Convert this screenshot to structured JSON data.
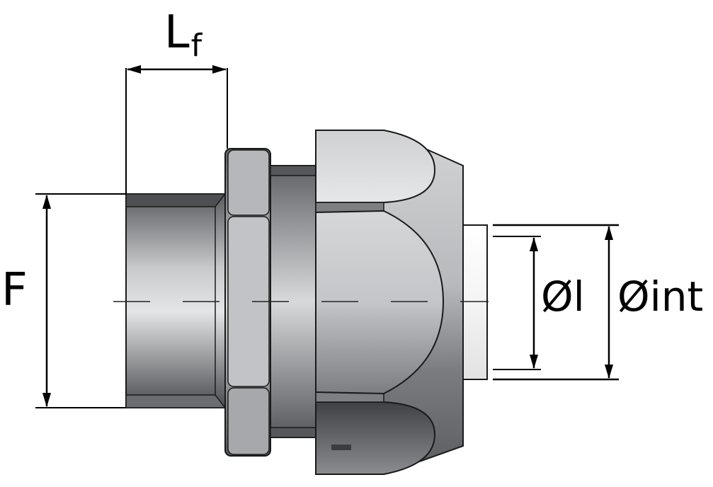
{
  "labels": {
    "lf_main": "L",
    "lf_sub": "f",
    "f": "F",
    "ol": "Øl",
    "oint": "Øint"
  },
  "colors": {
    "outline": "#1a1a1a",
    "metal_light": "#d2d3d5",
    "metal_mid": "#a9aaad",
    "metal_dark": "#55575a",
    "centerline": "#222222"
  }
}
